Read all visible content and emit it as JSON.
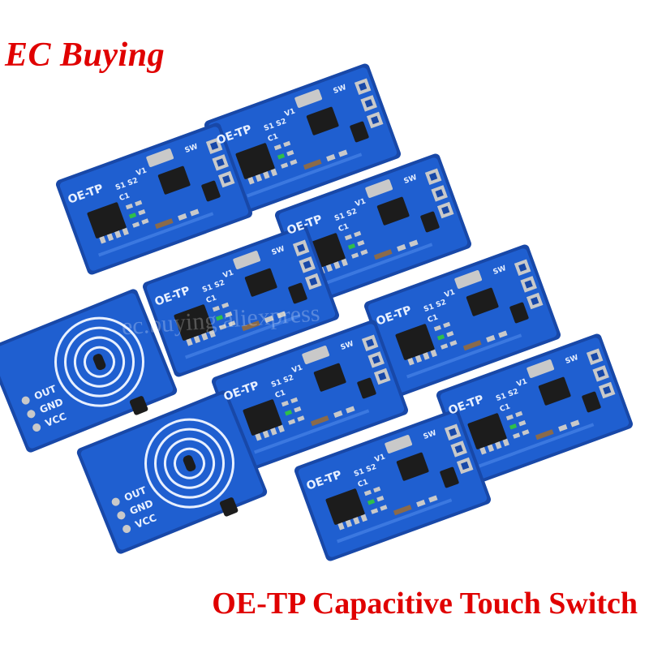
{
  "brand": {
    "name": "EC Buying",
    "color": "#e00000"
  },
  "title": "OE-TP Capacitive Touch Switch",
  "watermark": "ec.buying.aliexpress",
  "colors": {
    "pcb": "#1f5fd0",
    "pcb_edge": "#1848a8",
    "chip": "#1c1c1c",
    "pad": "#c9c9c9",
    "led": "#2fbf4a"
  },
  "switch_board": {
    "label": "OE-TP",
    "pins": [
      "S1",
      "S2",
      "C1",
      "V1",
      "SW"
    ]
  },
  "touch_pad": {
    "pins": [
      "OUT",
      "GND",
      "VCC"
    ]
  }
}
